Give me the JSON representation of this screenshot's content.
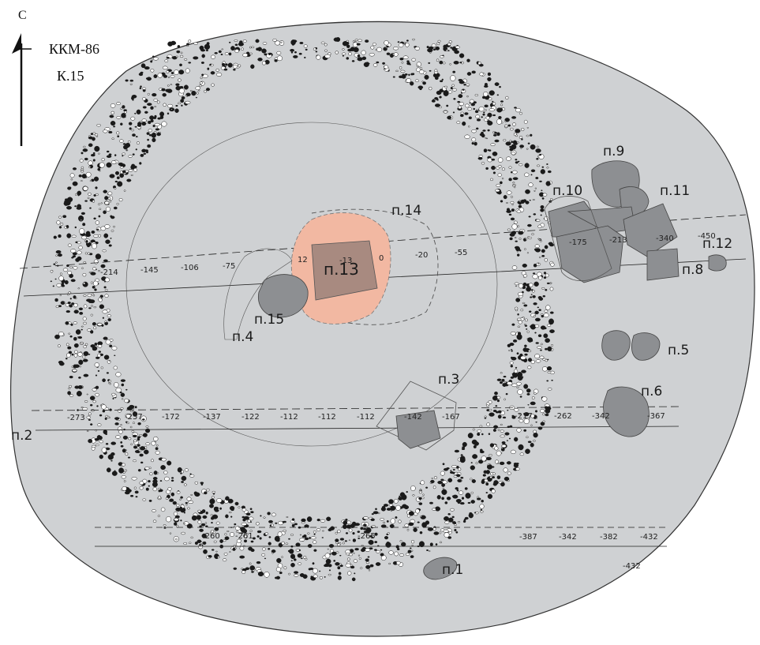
{
  "north_letter": "С",
  "site_title": "ККМ-86",
  "site_subtitle": "К.15",
  "pits": [
    {
      "id": "p1",
      "label": "п.1"
    },
    {
      "id": "p2",
      "label": "п.2"
    },
    {
      "id": "p3",
      "label": "п.3"
    },
    {
      "id": "p4",
      "label": "п.4"
    },
    {
      "id": "p5",
      "label": "п.5"
    },
    {
      "id": "p6",
      "label": "п.6"
    },
    {
      "id": "p8",
      "label": "п.8"
    },
    {
      "id": "p9",
      "label": "п.9"
    },
    {
      "id": "p10",
      "label": "п.10"
    },
    {
      "id": "p11",
      "label": "п.11"
    },
    {
      "id": "p12",
      "label": "п.12"
    },
    {
      "id": "p13",
      "label": "п.13"
    },
    {
      "id": "p14",
      "label": "п.14"
    },
    {
      "id": "p15",
      "label": "п.15"
    }
  ],
  "profile_upper": [
    "-214",
    "-145",
    "-106",
    "-75",
    "12",
    "-13",
    "0",
    "-20",
    "-55",
    "-175",
    "-213",
    "-340",
    "-450"
  ],
  "profile_middle": [
    "-273",
    "-257",
    "-172",
    "-137",
    "-122",
    "-112",
    "-112",
    "-112",
    "-142",
    "-167",
    "-217",
    "-262",
    "-342",
    "-367"
  ],
  "profile_lower": [
    "-260",
    "-261",
    "-265",
    "-387",
    "-342",
    "-382",
    "-432",
    "-432"
  ],
  "colors": {
    "background": "#ffffff",
    "mound": "#cfd1d3",
    "pit_fill": "#8d8f92",
    "hearth_fill": "#f2b8a2",
    "stone": "#1a1a1a"
  }
}
